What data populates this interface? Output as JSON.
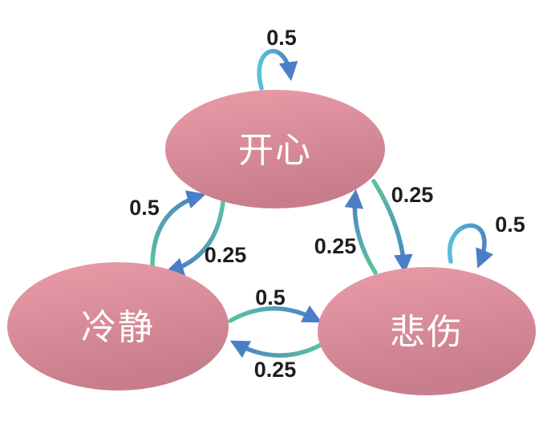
{
  "diagram": {
    "type": "markov-state-transition",
    "nodes": [
      {
        "id": "happy",
        "label": "开心"
      },
      {
        "id": "calm",
        "label": "冷静"
      },
      {
        "id": "sad",
        "label": "悲伤"
      }
    ],
    "edges": [
      {
        "from": "开心",
        "to": "开心",
        "probability": "0.5"
      },
      {
        "from": "冷静",
        "to": "开心",
        "probability": "0.5"
      },
      {
        "from": "开心",
        "to": "冷静",
        "probability": "0.25"
      },
      {
        "from": "开心",
        "to": "悲伤",
        "probability": "0.25"
      },
      {
        "from": "悲伤",
        "to": "开心",
        "probability": "0.25"
      },
      {
        "from": "冷静",
        "to": "悲伤",
        "probability": "0.5"
      },
      {
        "from": "悲伤",
        "to": "冷静",
        "probability": "0.25"
      },
      {
        "from": "悲伤",
        "to": "悲伤",
        "probability": "0.5"
      }
    ],
    "colors": {
      "node_fill_light": "#ea9ca8",
      "node_fill_dark": "#c87d8c",
      "node_text": "#ffffff",
      "arrow_green": "#5cc39e",
      "arrow_blue": "#4b7ec6",
      "arrow_cyan": "#59bed8",
      "label_text": "#1e1e1e"
    }
  }
}
